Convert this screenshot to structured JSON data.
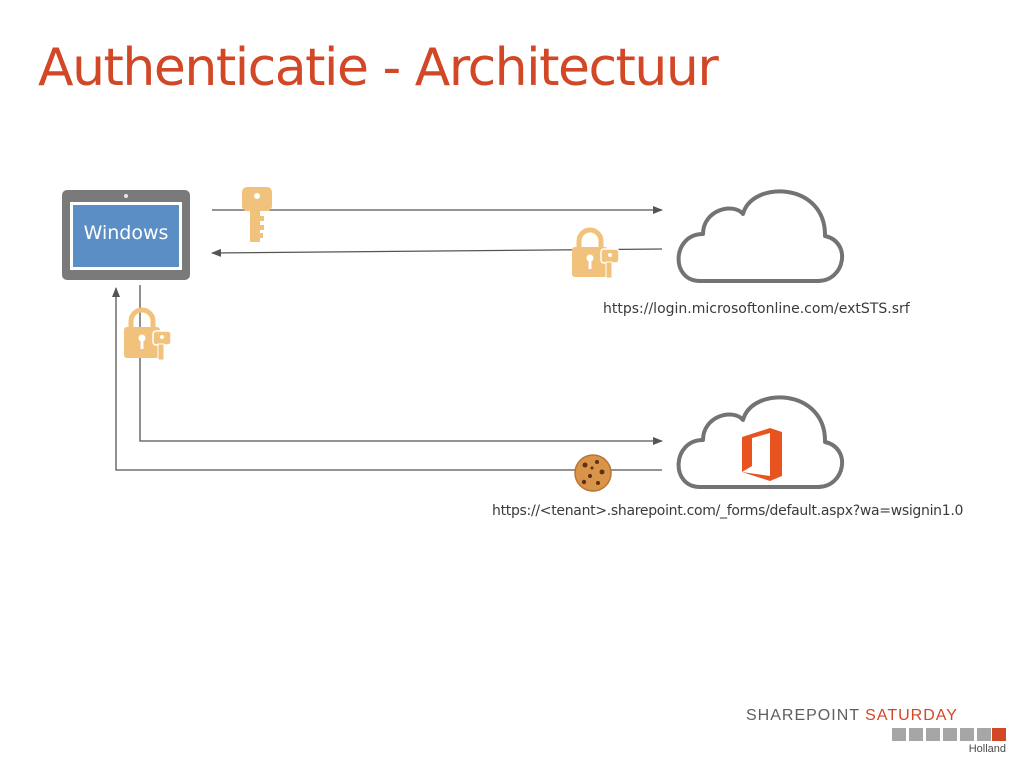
{
  "slide": {
    "title": "Authenticatie - Architectuur"
  },
  "client": {
    "screen_label": "Windows"
  },
  "endpoints": {
    "login_url": "https://login.microsoftonline.com/extSTS.srf",
    "sharepoint_url": "https://<tenant>.sharepoint.com/_forms/default.aspx?wa=wsignin1.0"
  },
  "icons": {
    "key": "key-icon",
    "lock_with_key": "lock-key-icon",
    "cookie": "cookie-icon",
    "cloud": "cloud-icon",
    "office": "office-logo-icon"
  },
  "colors": {
    "title": "#d24726",
    "screen": "#5b8ec4",
    "frame": "#7a7a7a",
    "icon_gold": "#f0c27b",
    "office": "#e8531f"
  },
  "branding": {
    "part1": "SHAREPOINT ",
    "part2": "SATURDAY",
    "location": "Holland"
  }
}
